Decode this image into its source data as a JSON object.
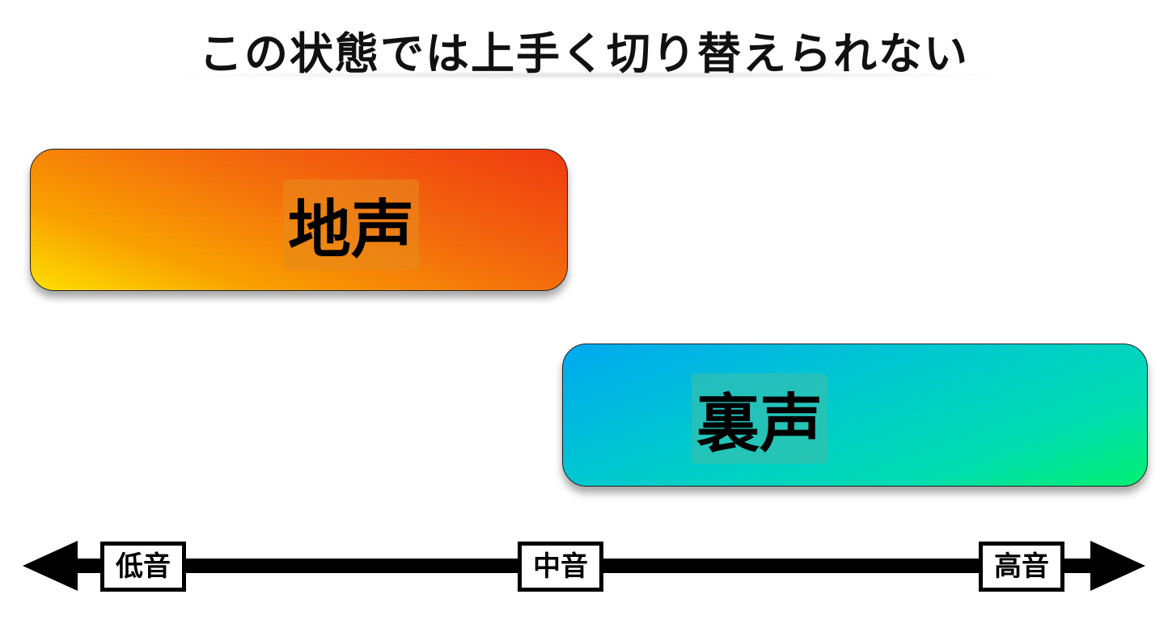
{
  "title": "この状態では上手く切り替えられない",
  "registers": {
    "chest": {
      "label": "地声",
      "color_from": "#fde000",
      "color_to": "#ef3a10"
    },
    "head": {
      "label": "裏声",
      "color_from": "#00a8f0",
      "color_to": "#00f070"
    }
  },
  "axis": {
    "low": "低音",
    "mid": "中音",
    "high": "高音"
  }
}
